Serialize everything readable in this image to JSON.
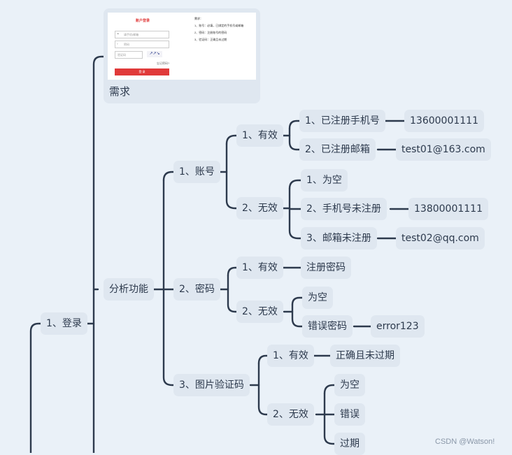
{
  "requirement": {
    "label": "需求",
    "screenshot": {
      "form_title": "账户登录",
      "account_placeholder": "请手机/邮箱",
      "password_placeholder": "密码",
      "captcha_placeholder": "验证码",
      "forgot_link": "忘记密码?",
      "login_button": "登  录",
      "notes_title": "需求：",
      "notes": [
        "1、账号：必填，已绑定的手机号或邮箱",
        "2、密码：注册账号的密码",
        "3、验证码：正确且未过期"
      ]
    }
  },
  "tree": {
    "login": "1、登录",
    "analysis": "分析功能",
    "account": "1、账号",
    "account_valid": "1、有效",
    "account_valid_phone": "1、已注册手机号",
    "account_valid_phone_val": "13600001111",
    "account_valid_email": "2、已注册邮箱",
    "account_valid_email_val": "test01@163.com",
    "account_invalid": "2、无效",
    "account_invalid_empty": "1、为空",
    "account_invalid_phone": "2、手机号未注册",
    "account_invalid_phone_val": "13800001111",
    "account_invalid_email": "3、邮箱未注册",
    "account_invalid_email_val": "test02@qq.com",
    "password": "2、密码",
    "password_valid": "1、有效",
    "password_valid_child": "注册密码",
    "password_invalid": "2、无效",
    "password_invalid_empty": "为空",
    "password_invalid_wrong": "错误密码",
    "password_invalid_wrong_val": "error123",
    "captcha": "3、图片验证码",
    "captcha_valid": "1、有效",
    "captcha_valid_child": "正确且未过期",
    "captcha_invalid": "2、无效",
    "captcha_invalid_empty": "为空",
    "captcha_invalid_wrong": "错误",
    "captcha_invalid_expired": "过期"
  },
  "watermark": "CSDN @Watson!",
  "colors": {
    "background": "#eaf1f8",
    "node": "#dfe7f0",
    "line": "#2d3a4d",
    "accent": "#e03a3a"
  }
}
